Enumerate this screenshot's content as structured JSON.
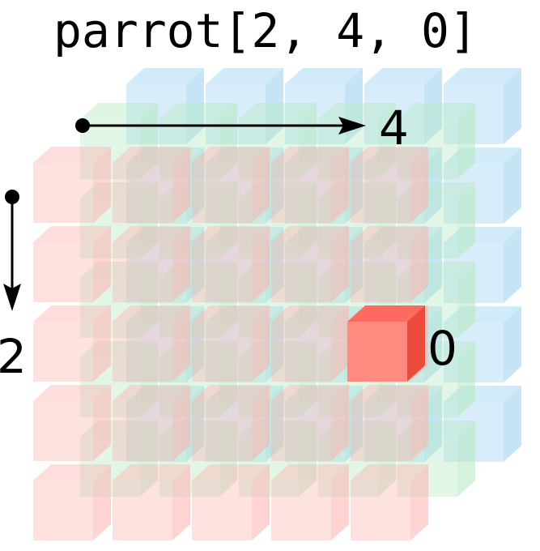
{
  "title": "parrot[2, 4, 0]",
  "index_labels": {
    "row": "2",
    "column": "4",
    "channel": "0"
  },
  "tensor_shape": {
    "rows": 5,
    "columns": 5,
    "channels": 3
  },
  "highlighted_index": {
    "row": 2,
    "column": 4,
    "channel": 0
  },
  "colors": {
    "channel_0": "#fbb4ae",
    "channel_1": "#b7e9c4",
    "channel_2": "#a9d8f2",
    "highlight_front": "#ff8b80",
    "highlight_top": "#ff6a5e",
    "highlight_side": "#ec4a3a",
    "arrow": "#000000"
  }
}
